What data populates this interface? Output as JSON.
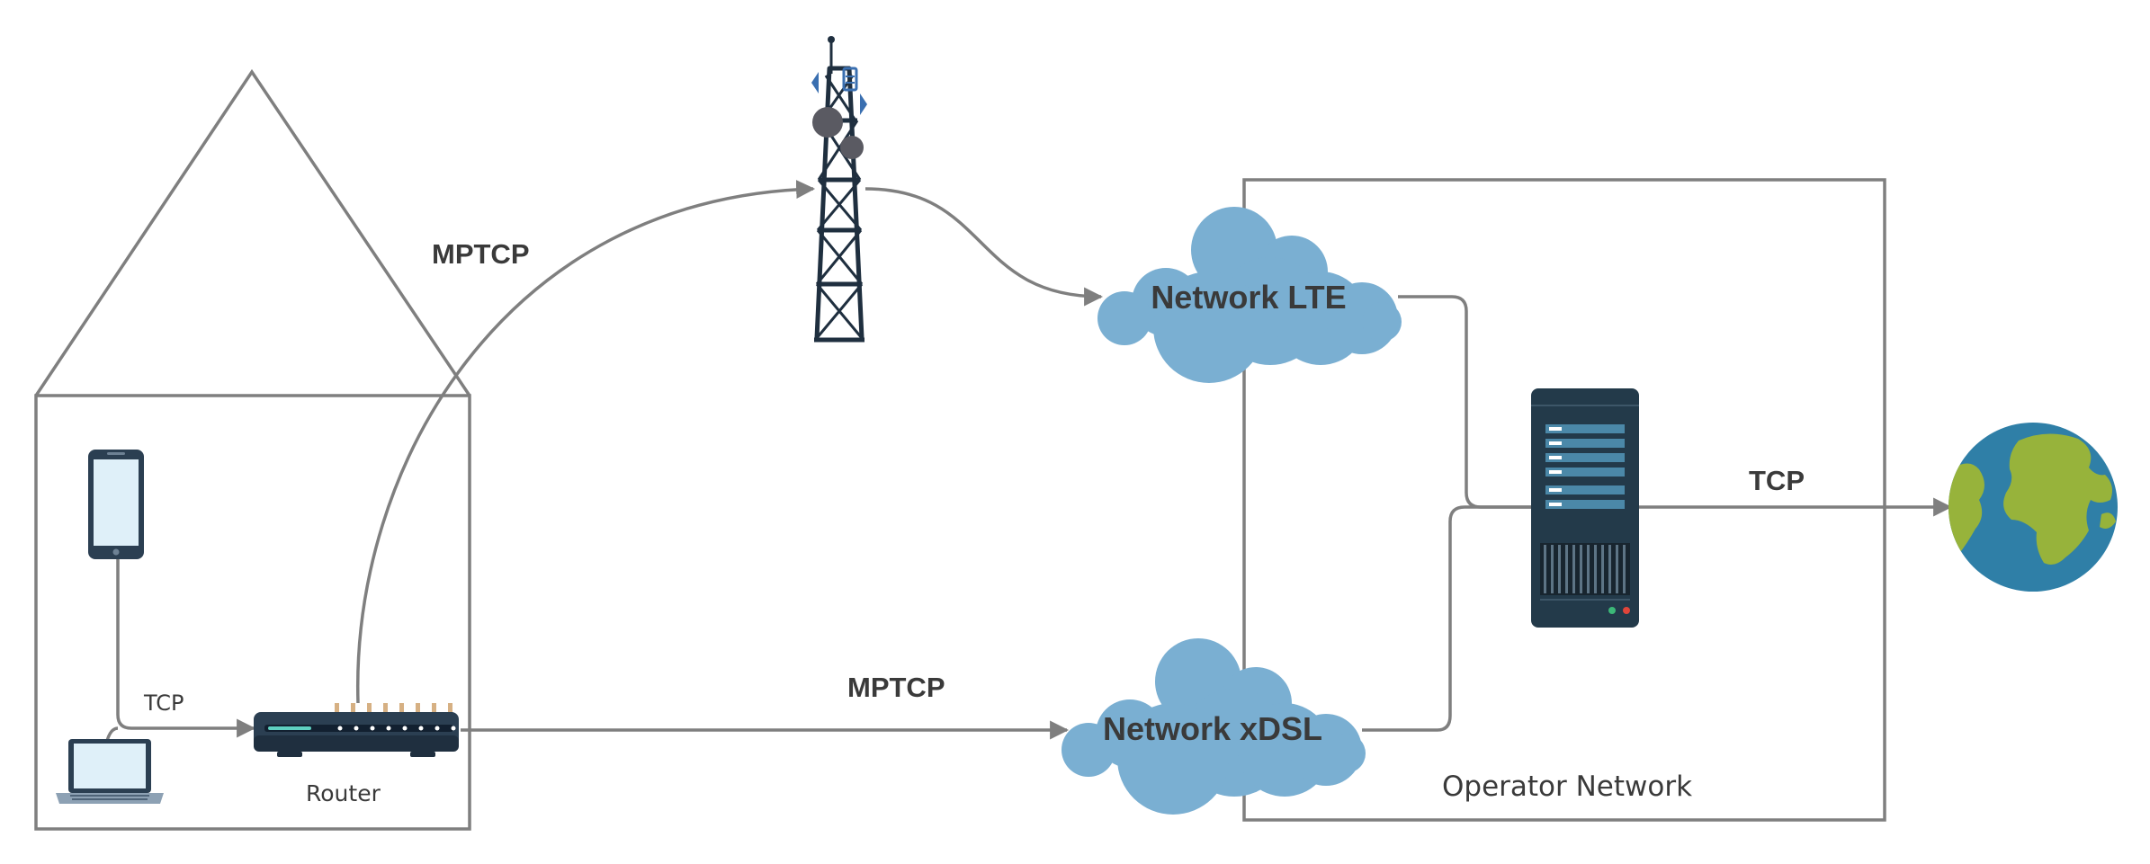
{
  "labels": {
    "mptcp_top": "MPTCP",
    "mptcp_bottom": "MPTCP",
    "tcp_home": "TCP",
    "tcp_out": "TCP",
    "router": "Router",
    "network_lte": "Network LTE",
    "network_xdsl": "Network xDSL",
    "operator_network": "Operator Network"
  },
  "icons": {
    "house": "house-outline-icon",
    "phone": "smartphone-icon",
    "laptop": "laptop-icon",
    "router": "router-icon",
    "tower": "cell-tower-icon",
    "cloud_lte": "cloud-icon",
    "cloud_xdsl": "cloud-icon",
    "server": "server-icon",
    "globe": "globe-icon"
  },
  "colors": {
    "line": "#7f7f7f",
    "cloud": "#7aafd2",
    "device_dark": "#2b3f52",
    "server_dark": "#233a4a",
    "globe_ocean": "#2f7fa7",
    "globe_land": "#97b33b"
  }
}
